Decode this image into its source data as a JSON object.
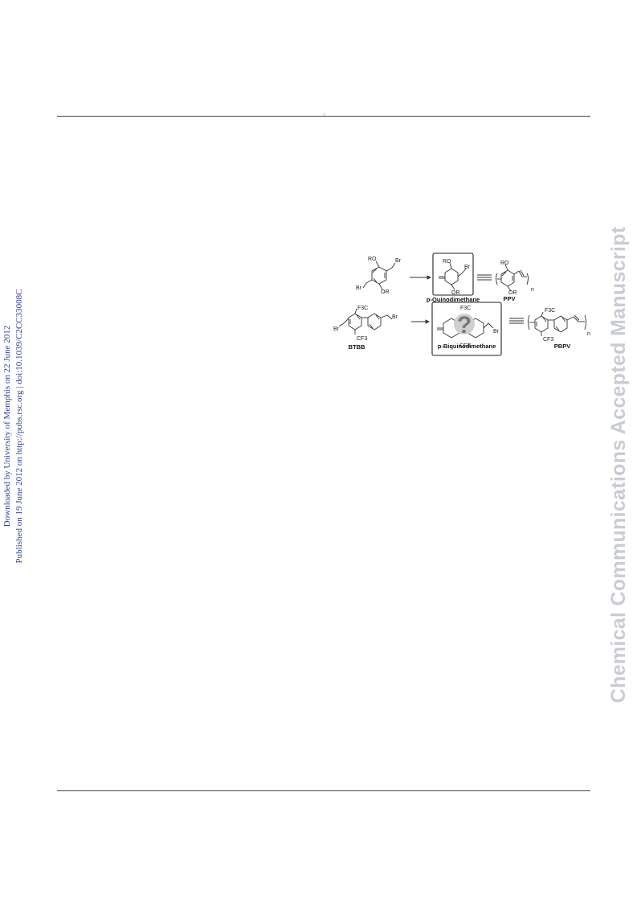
{
  "sidebar": {
    "line1": "Downloaded by University of Memphis on 22 June 2012",
    "line2": "Published on 19 June 2012 on http://pubs.rsc.org | doi:10.1039/C2CC33008C"
  },
  "watermark": {
    "text": "Chemical Communications Accepted Manuscript"
  },
  "scheme": {
    "labels": {
      "quinodimethane": "p-Quinodimethane",
      "ppv": "PPV",
      "btbb": "BTBB",
      "biquinodimethane": "p-Biquinodimethane",
      "pbpv": "PBPV"
    },
    "substituents": {
      "ro": "RO",
      "or": "OR",
      "br": "Br",
      "cf3_top": "F3C",
      "cf3_bottom": "CF3",
      "n": "n",
      "question": "?"
    }
  }
}
